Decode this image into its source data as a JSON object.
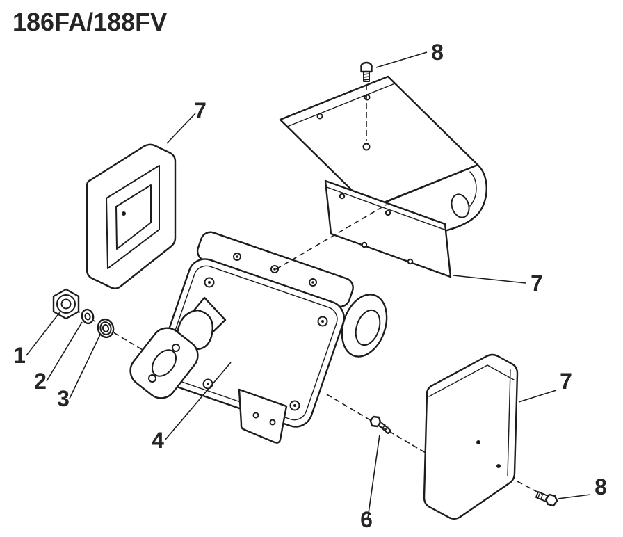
{
  "title": "186FA/188FV",
  "diagram": {
    "type": "exploded-parts-diagram",
    "colors": {
      "line": "#1c1c1c",
      "background": "#ffffff",
      "text": "#252525"
    }
  },
  "callouts": {
    "hex_nut": {
      "label": "1"
    },
    "washer_small": {
      "label": "2"
    },
    "washer_large": {
      "label": "3"
    },
    "muffler": {
      "label": "4"
    },
    "bolt_lower": {
      "label": "6"
    },
    "shield_left": {
      "label": "7"
    },
    "bracket_upper": {
      "label": "7"
    },
    "shield_right": {
      "label": "7"
    },
    "bolt_top": {
      "label": "8"
    },
    "bolt_right": {
      "label": "8"
    }
  }
}
